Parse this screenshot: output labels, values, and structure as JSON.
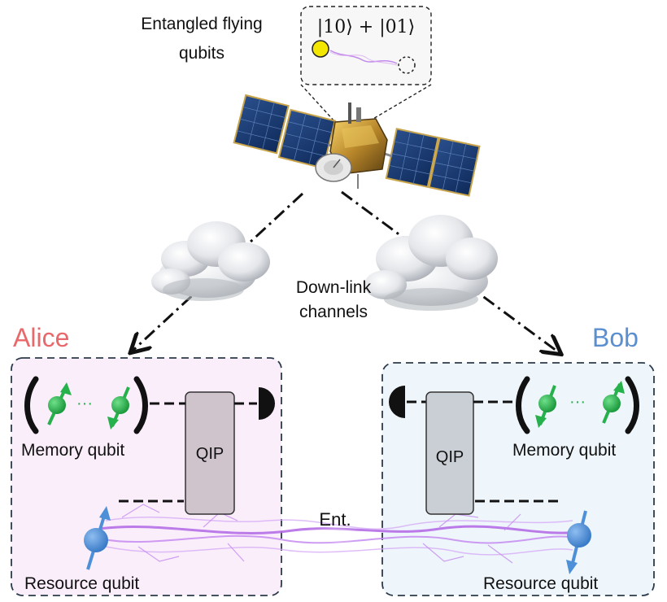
{
  "labels": {
    "flying_qubits_line1": "Entangled flying",
    "flying_qubits_line2": "qubits",
    "state": "|10⟩ + |01⟩",
    "downlink_line1": "Down-link",
    "downlink_line2": "channels",
    "alice": "Alice",
    "bob": "Bob",
    "qip_left": "QIP",
    "qip_right": "QIP",
    "memory_left": "Memory qubit",
    "memory_right": "Memory qubit",
    "resource_left": "Resource qubit",
    "resource_right": "Resource qubit",
    "ent": "Ent.",
    "dots_left": "···",
    "dots_right": "···"
  },
  "colors": {
    "alice": "#e8686b",
    "bob": "#5b8fd0",
    "alice_panel": "#fbeefb",
    "bob_panel": "#eef6fb",
    "memory_spin": "#27b14c",
    "resource_spin": "#4d90d8",
    "qip_left": "#cfc3cc",
    "qip_right": "#c9cfd4",
    "photon_yellow": "#f3e600",
    "entanglement": "#b46ee6"
  },
  "icons": {
    "satellite": "satellite-icon",
    "cloud": "cloud-icon",
    "detector": "detector-icon",
    "cavity": "cavity-mirror-icon"
  }
}
